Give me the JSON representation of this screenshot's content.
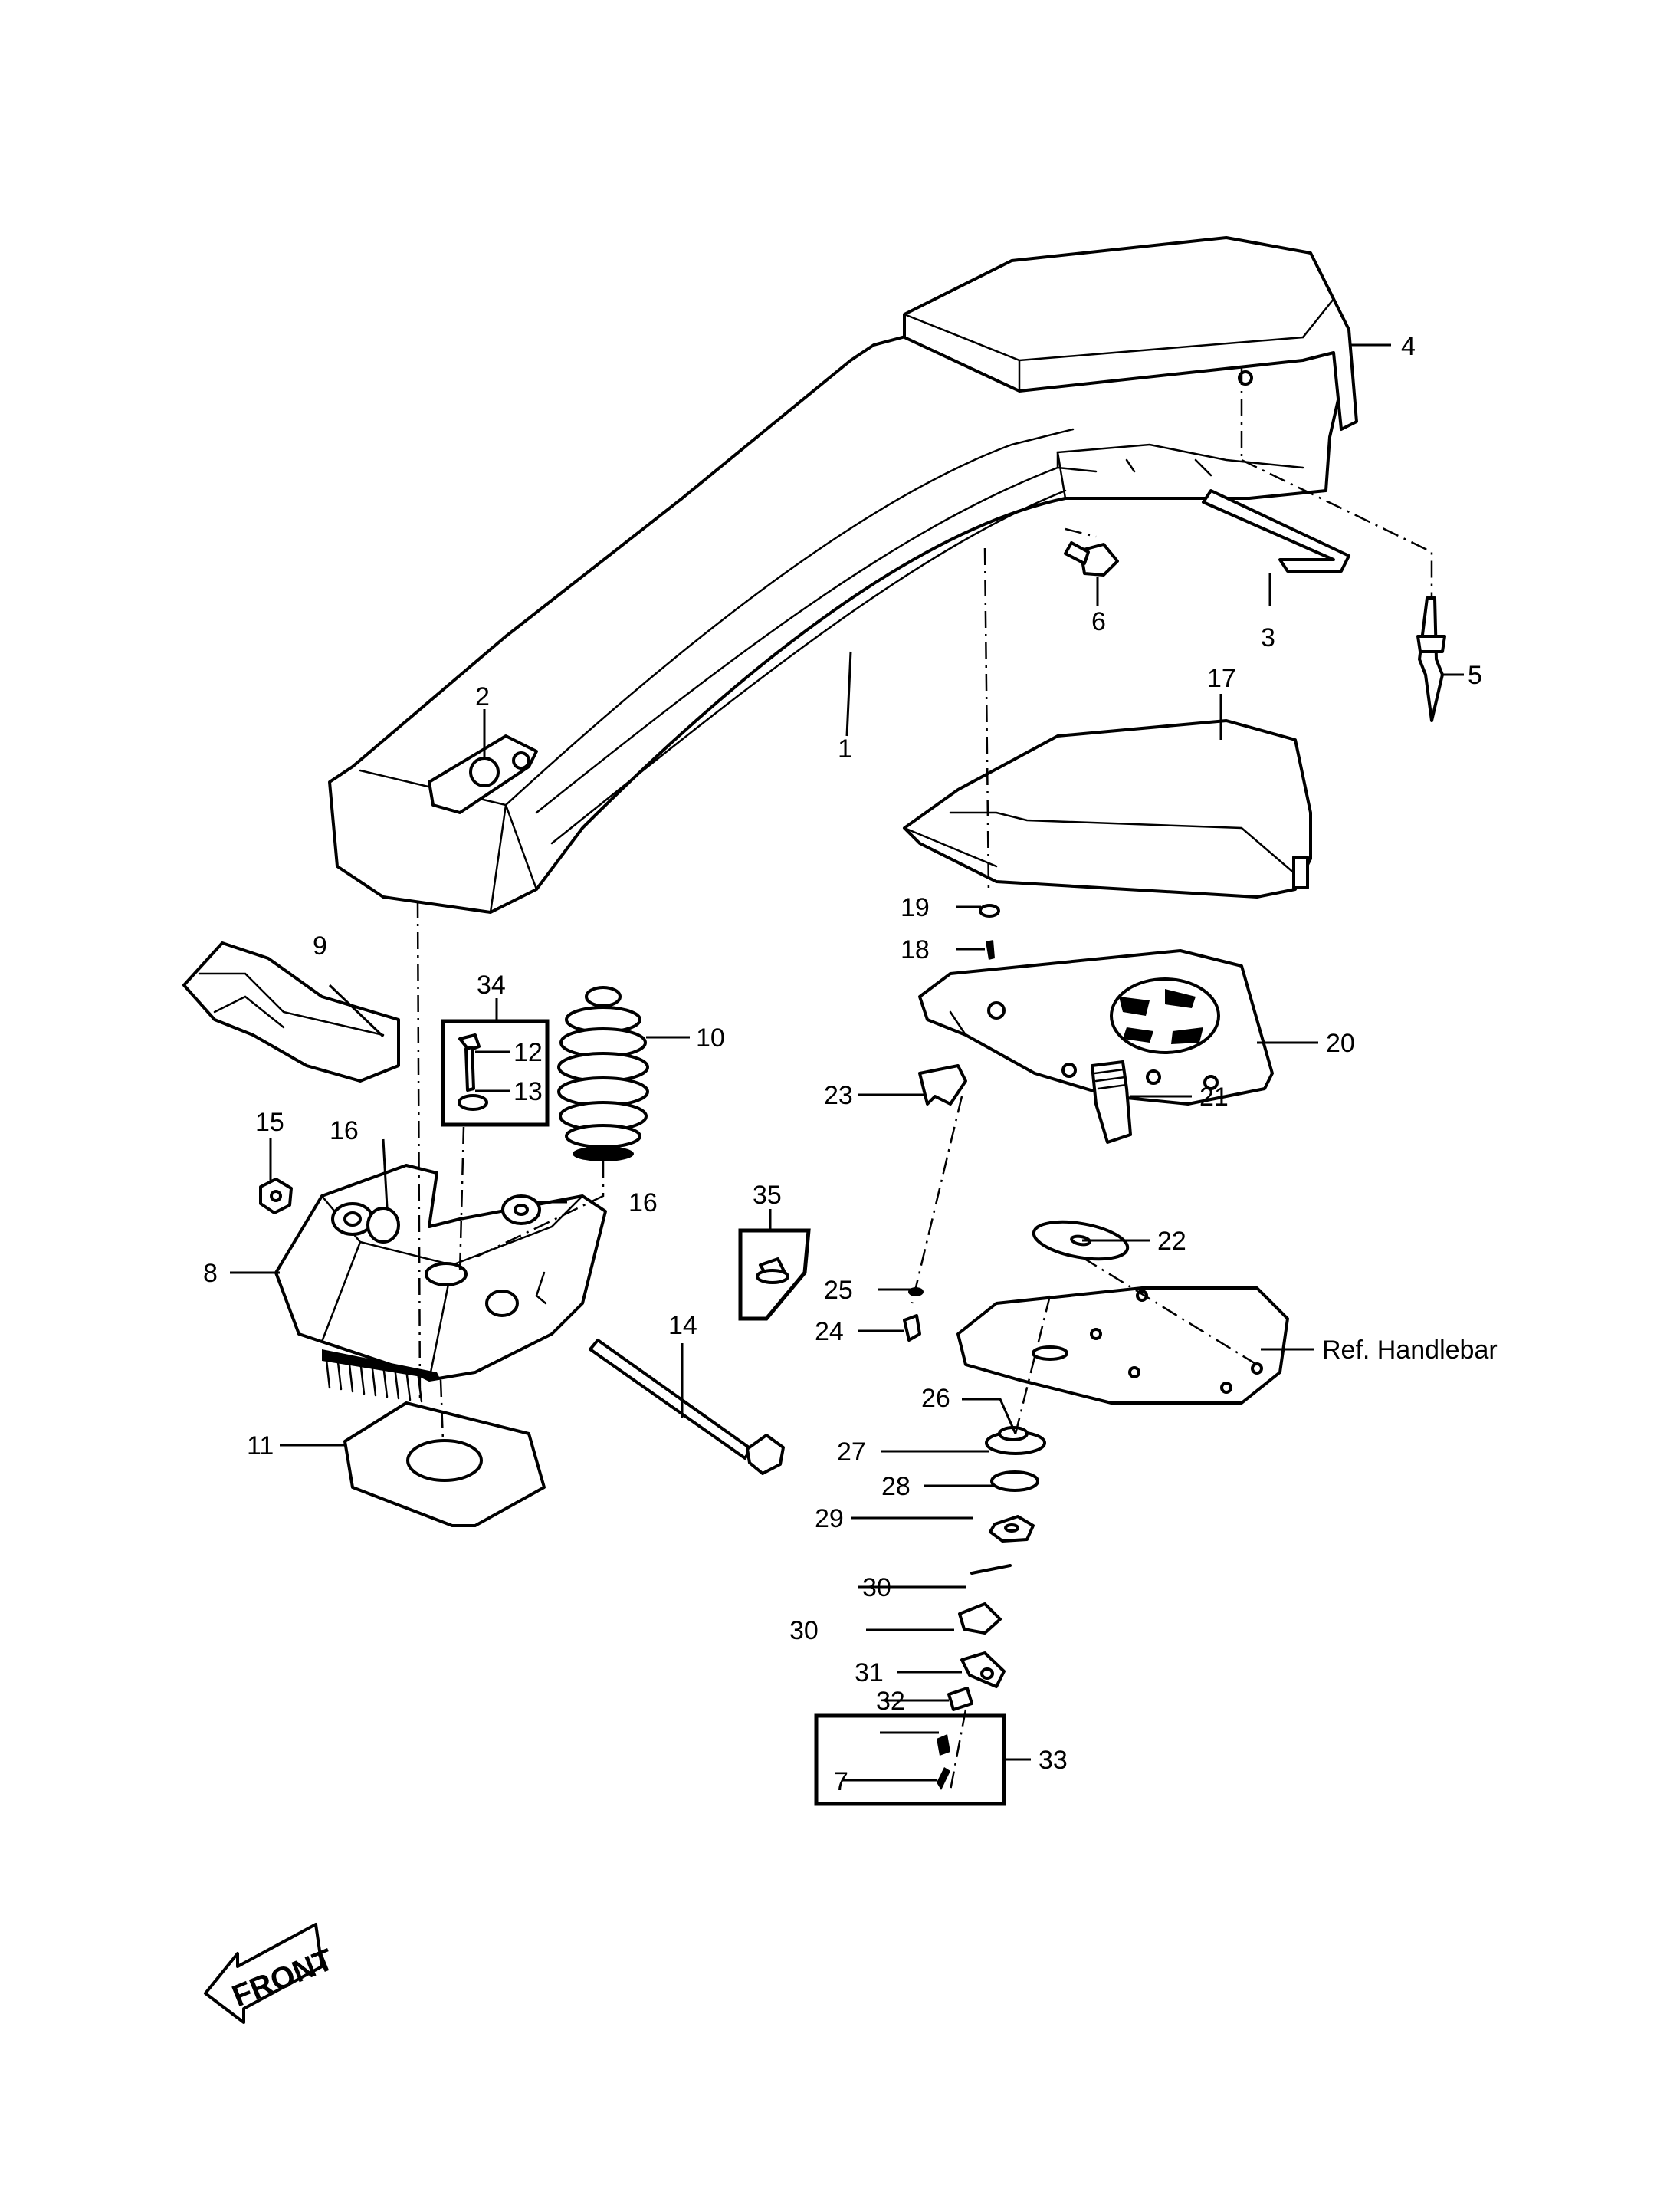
{
  "callouts": {
    "c1": "1",
    "c2": "2",
    "c3": "3",
    "c4": "4",
    "c5": "5",
    "c6": "6",
    "c7": "7",
    "c8": "8",
    "c9": "9",
    "c10": "10",
    "c11": "11",
    "c12": "12",
    "c13": "13",
    "c14": "14",
    "c15": "15",
    "c16a": "16",
    "c16b": "16",
    "c17": "17",
    "c18": "18",
    "c19": "19",
    "c20": "20",
    "c21": "21",
    "c22": "22",
    "c23": "23",
    "c24": "24",
    "c25": "25",
    "c26": "26",
    "c27": "27",
    "c28": "28",
    "c29": "29",
    "c30a": "30",
    "c30b": "30",
    "c31": "31",
    "c32": "32",
    "c33": "33",
    "c34": "34",
    "c35": "35"
  },
  "reference_label": "Ref. Handlebar",
  "orientation_label": "FRONT"
}
